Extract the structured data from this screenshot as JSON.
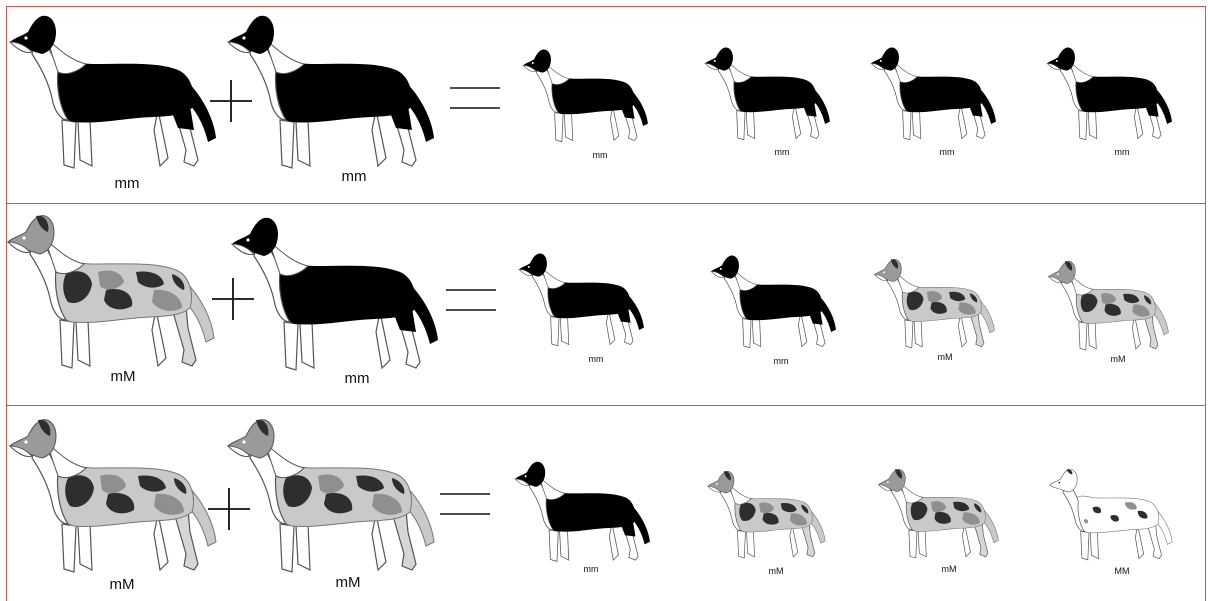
{
  "colors": {
    "border": "#d9534f",
    "black": "#000000",
    "white": "#ffffff",
    "outline": "#555555",
    "merle_base": "#c9c9c9",
    "merle_mid": "#8f8f8f",
    "merle_dark": "#2e2e2e"
  },
  "icons": {
    "plus": "plus-icon",
    "equals": "equals-icon"
  },
  "rows": [
    {
      "parent1": {
        "genotype": "mm",
        "coat": "black"
      },
      "parent2": {
        "genotype": "mm",
        "coat": "black"
      },
      "offspring": [
        {
          "genotype": "mm",
          "coat": "black"
        },
        {
          "genotype": "mm",
          "coat": "black"
        },
        {
          "genotype": "mm",
          "coat": "black"
        },
        {
          "genotype": "mm",
          "coat": "black"
        }
      ]
    },
    {
      "parent1": {
        "genotype": "mM",
        "coat": "merle"
      },
      "parent2": {
        "genotype": "mm",
        "coat": "black"
      },
      "offspring": [
        {
          "genotype": "mm",
          "coat": "black"
        },
        {
          "genotype": "mm",
          "coat": "black"
        },
        {
          "genotype": "mM",
          "coat": "merle"
        },
        {
          "genotype": "mM",
          "coat": "merle"
        }
      ]
    },
    {
      "parent1": {
        "genotype": "mM",
        "coat": "merle"
      },
      "parent2": {
        "genotype": "mM",
        "coat": "merle"
      },
      "offspring": [
        {
          "genotype": "mm",
          "coat": "black"
        },
        {
          "genotype": "mM",
          "coat": "merle"
        },
        {
          "genotype": "mM",
          "coat": "merle"
        },
        {
          "genotype": "MM",
          "coat": "double-merle"
        }
      ]
    }
  ]
}
